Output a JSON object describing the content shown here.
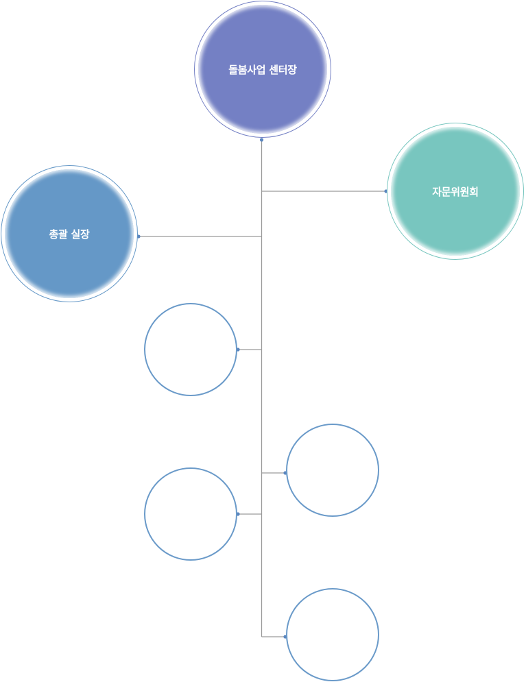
{
  "diagram": {
    "nodes": {
      "director": {
        "label": "돌봄사업 센터장",
        "color": "#7480c4"
      },
      "advisory": {
        "label": "자문위원회",
        "color": "#78c6bf"
      },
      "general_manager": {
        "label": "총괄 실장",
        "color": "#6598c7"
      },
      "sub_1": {
        "label": ""
      },
      "sub_2": {
        "label": ""
      },
      "sub_3": {
        "label": ""
      },
      "sub_4": {
        "label": ""
      }
    },
    "connector_color": "#999999",
    "endpoint_color": "#5a86bf"
  }
}
